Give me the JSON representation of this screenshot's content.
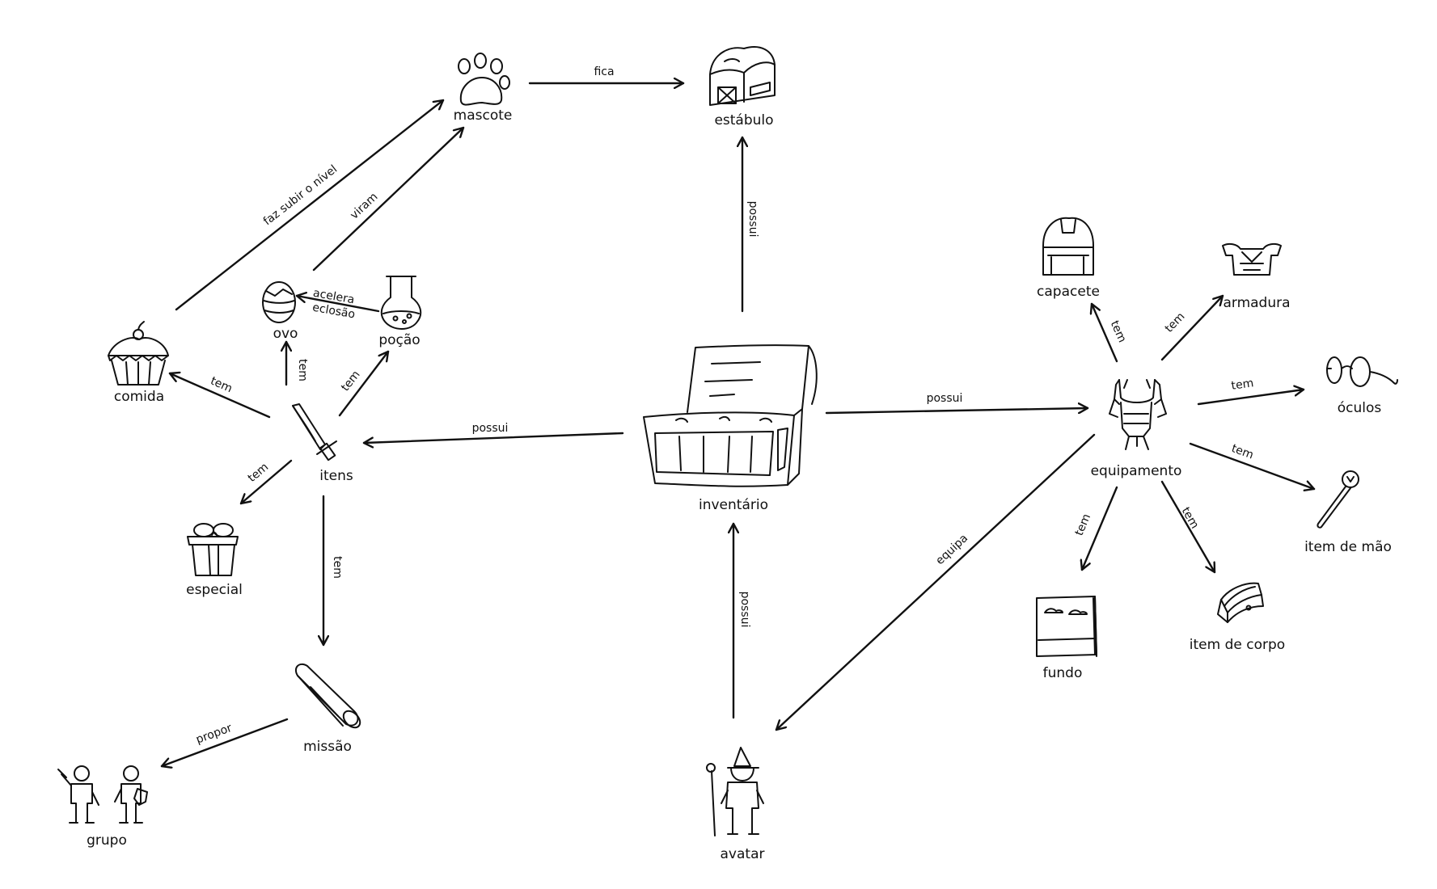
{
  "nodes": {
    "mascote": "mascote",
    "estabulo": "estábulo",
    "ovo": "ovo",
    "pocao": "poção",
    "comida": "comida",
    "itens": "itens",
    "especial": "especial",
    "missao": "missão",
    "grupo": "grupo",
    "inventario": "inventário",
    "avatar": "avatar",
    "equipamento": "equipamento",
    "capacete": "capacete",
    "armadura": "armadura",
    "oculos": "óculos",
    "item_de_mao": "item de mão",
    "item_de_corpo": "item de corpo",
    "fundo": "fundo"
  },
  "edges": {
    "mascote_estabulo": "fica",
    "comida_mascote": "faz subir o nível",
    "ovo_mascote": "viram",
    "pocao_ovo_1": "acelera",
    "pocao_ovo_2": "eclosão",
    "itens_ovo": "tem",
    "itens_pocao": "tem",
    "itens_comida": "tem",
    "itens_especial": "tem",
    "itens_missao": "tem",
    "missao_grupo": "propor",
    "inventario_itens": "possui",
    "inventario_estabulo": "possui",
    "inventario_equipamento": "possui",
    "avatar_inventario": "possui",
    "equipamento_avatar": "equipa",
    "equipamento_capacete": "tem",
    "equipamento_armadura": "tem",
    "equipamento_oculos": "tem",
    "equipamento_item_de_mao": "tem",
    "equipamento_item_de_corpo": "tem",
    "equipamento_fundo": "tem"
  }
}
